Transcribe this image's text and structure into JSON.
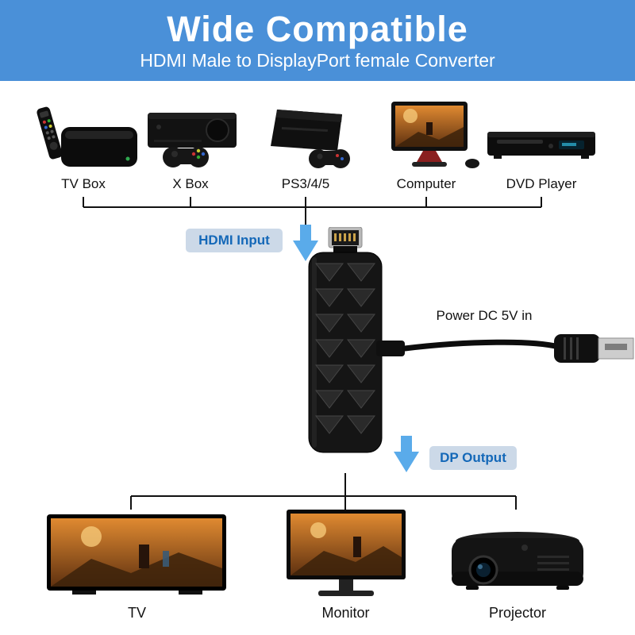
{
  "banner": {
    "title": "Wide Compatible",
    "subtitle": "HDMI Male to DisplayPort female Converter"
  },
  "sources": [
    {
      "label": "TV Box",
      "icon": "tv-box-icon"
    },
    {
      "label": "X Box",
      "icon": "xbox-icon"
    },
    {
      "label": "PS3/4/5",
      "icon": "playstation-icon"
    },
    {
      "label": "Computer",
      "icon": "computer-icon"
    },
    {
      "label": "DVD Player",
      "icon": "dvd-player-icon"
    }
  ],
  "converter": {
    "hdmi_input_label": "HDMI Input",
    "power_label": "Power DC 5V in",
    "dp_output_label": "DP Output"
  },
  "outputs": [
    {
      "label": "TV",
      "icon": "tv-icon"
    },
    {
      "label": "Monitor",
      "icon": "monitor-icon"
    },
    {
      "label": "Projector",
      "icon": "projector-icon"
    }
  ],
  "colors": {
    "banner_bg": "#4a90d8",
    "banner_text": "#ffffff",
    "badge_bg": "#ccd9e8",
    "badge_text": "#1468b8",
    "arrow": "#5aabea",
    "line": "#111111"
  }
}
